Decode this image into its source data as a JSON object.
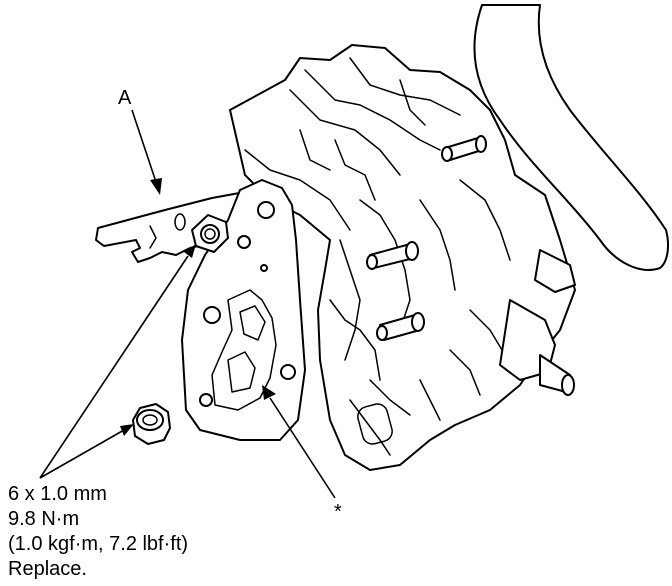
{
  "labels": {
    "part_a": "A",
    "asterisk": "*"
  },
  "torque_spec": {
    "line1": "6 x 1.0 mm",
    "line2": "9.8 N·m",
    "line3": "(1.0 kgf·m, 7.2 lbf·ft)",
    "line4": "Replace."
  }
}
